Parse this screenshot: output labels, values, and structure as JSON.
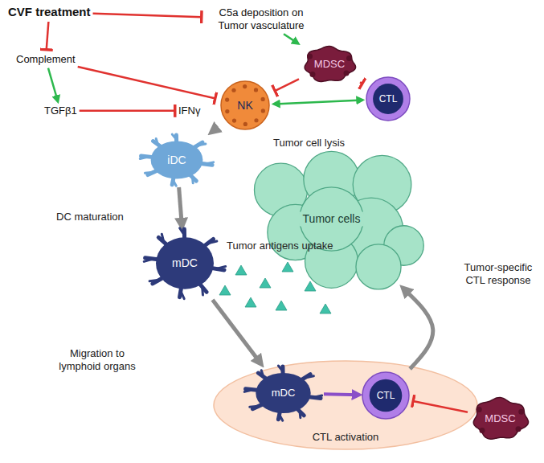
{
  "diagram": {
    "nodes": [
      {
        "text": [
          "CVF treatment"
        ]
      },
      {
        "text": [
          "C5a deposition on Tumor vasculature"
        ]
      },
      {
        "text": [
          "MDSC"
        ]
      },
      {
        "text": [
          "Complement"
        ]
      },
      {
        "text": [
          "TGFβ1"
        ]
      },
      {
        "text": [
          "IFNγ"
        ]
      },
      {
        "text": [
          "NK"
        ]
      },
      {
        "text": [
          "CTL"
        ]
      },
      {
        "text": [
          "iDC"
        ]
      },
      {
        "text": [
          "Tumor cells"
        ]
      },
      {
        "text": [
          "mDC"
        ]
      },
      {
        "text": [
          "CTL activation"
        ]
      },
      {
        "text": [
          "mDC"
        ],
        "in": 11
      },
      {
        "text": [
          "CTL"
        ],
        "in": 11
      },
      {
        "text": [
          "MDSC"
        ]
      }
    ],
    "edges": [
      {
        "from": 0,
        "to": 1,
        "arrow": "to"
      },
      {
        "from": 0,
        "to": 3,
        "arrow": "to"
      },
      {
        "from": 1,
        "to": 2,
        "arrow": "to"
      },
      {
        "from": 3,
        "to": 4,
        "arrow": "to"
      },
      {
        "from": 4,
        "to": 5,
        "arrow": "to"
      },
      {
        "from": 3,
        "to": 6,
        "arrow": "to"
      },
      {
        "from": 2,
        "to": 6,
        "arrow": "to"
      },
      {
        "from": 2,
        "to": 7,
        "arrow": "to"
      },
      {
        "from": 6,
        "to": 7,
        "arrow": "both"
      },
      {
        "from": 6,
        "to": 8,
        "arrow": "to"
      },
      {
        "from": 8,
        "to": 10,
        "arrow": "to"
      },
      {
        "from": 10,
        "to": 12,
        "arrow": "to"
      },
      {
        "from": 12,
        "to": 13,
        "arrow": "to"
      },
      {
        "from": 14,
        "to": 13,
        "arrow": "to"
      },
      {
        "from": 13,
        "to": 9,
        "arrow": "to"
      }
    ],
    "labels": [
      "Tumor cell lysis",
      "DC maturation",
      "Tumor antigens uptake",
      "Migration to lymphoid organs",
      "Tumor-specific CTL response"
    ]
  }
}
